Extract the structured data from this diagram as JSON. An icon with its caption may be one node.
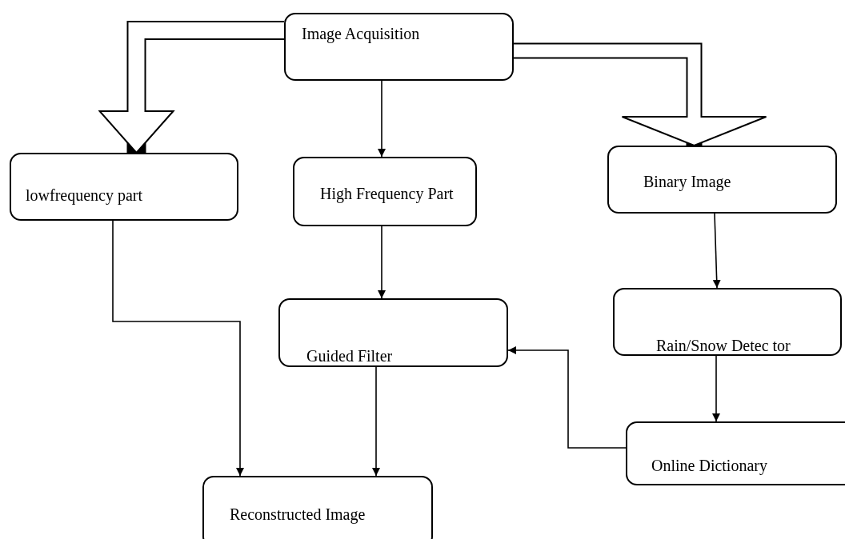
{
  "diagram": {
    "nodes": [
      {
        "text": [
          "Image Acquisition"
        ]
      },
      {
        "text": [
          "lowfrequency part"
        ]
      },
      {
        "text": [
          "High Frequency Part"
        ]
      },
      {
        "text": [
          "Binary Image"
        ]
      },
      {
        "text": [
          "Guided Filter"
        ]
      },
      {
        "text": [
          "Rain/Snow Detec tor"
        ]
      },
      {
        "text": [
          "Online Dictionary"
        ]
      },
      {
        "text": [
          "Reconstructed Image"
        ]
      }
    ],
    "edges": [
      {
        "from": 0,
        "to": 1,
        "arrow": "to",
        "style": "thick"
      },
      {
        "from": 0,
        "to": 2,
        "arrow": "to"
      },
      {
        "from": 0,
        "to": 3,
        "arrow": "to",
        "style": "thick"
      },
      {
        "from": 2,
        "to": 4,
        "arrow": "to"
      },
      {
        "from": 1,
        "to": 7,
        "arrow": "to"
      },
      {
        "from": 3,
        "to": 5,
        "arrow": "to"
      },
      {
        "from": 5,
        "to": 6,
        "arrow": "to"
      },
      {
        "from": 6,
        "to": 4,
        "arrow": "to"
      },
      {
        "from": 4,
        "to": 7,
        "arrow": "to"
      }
    ]
  }
}
